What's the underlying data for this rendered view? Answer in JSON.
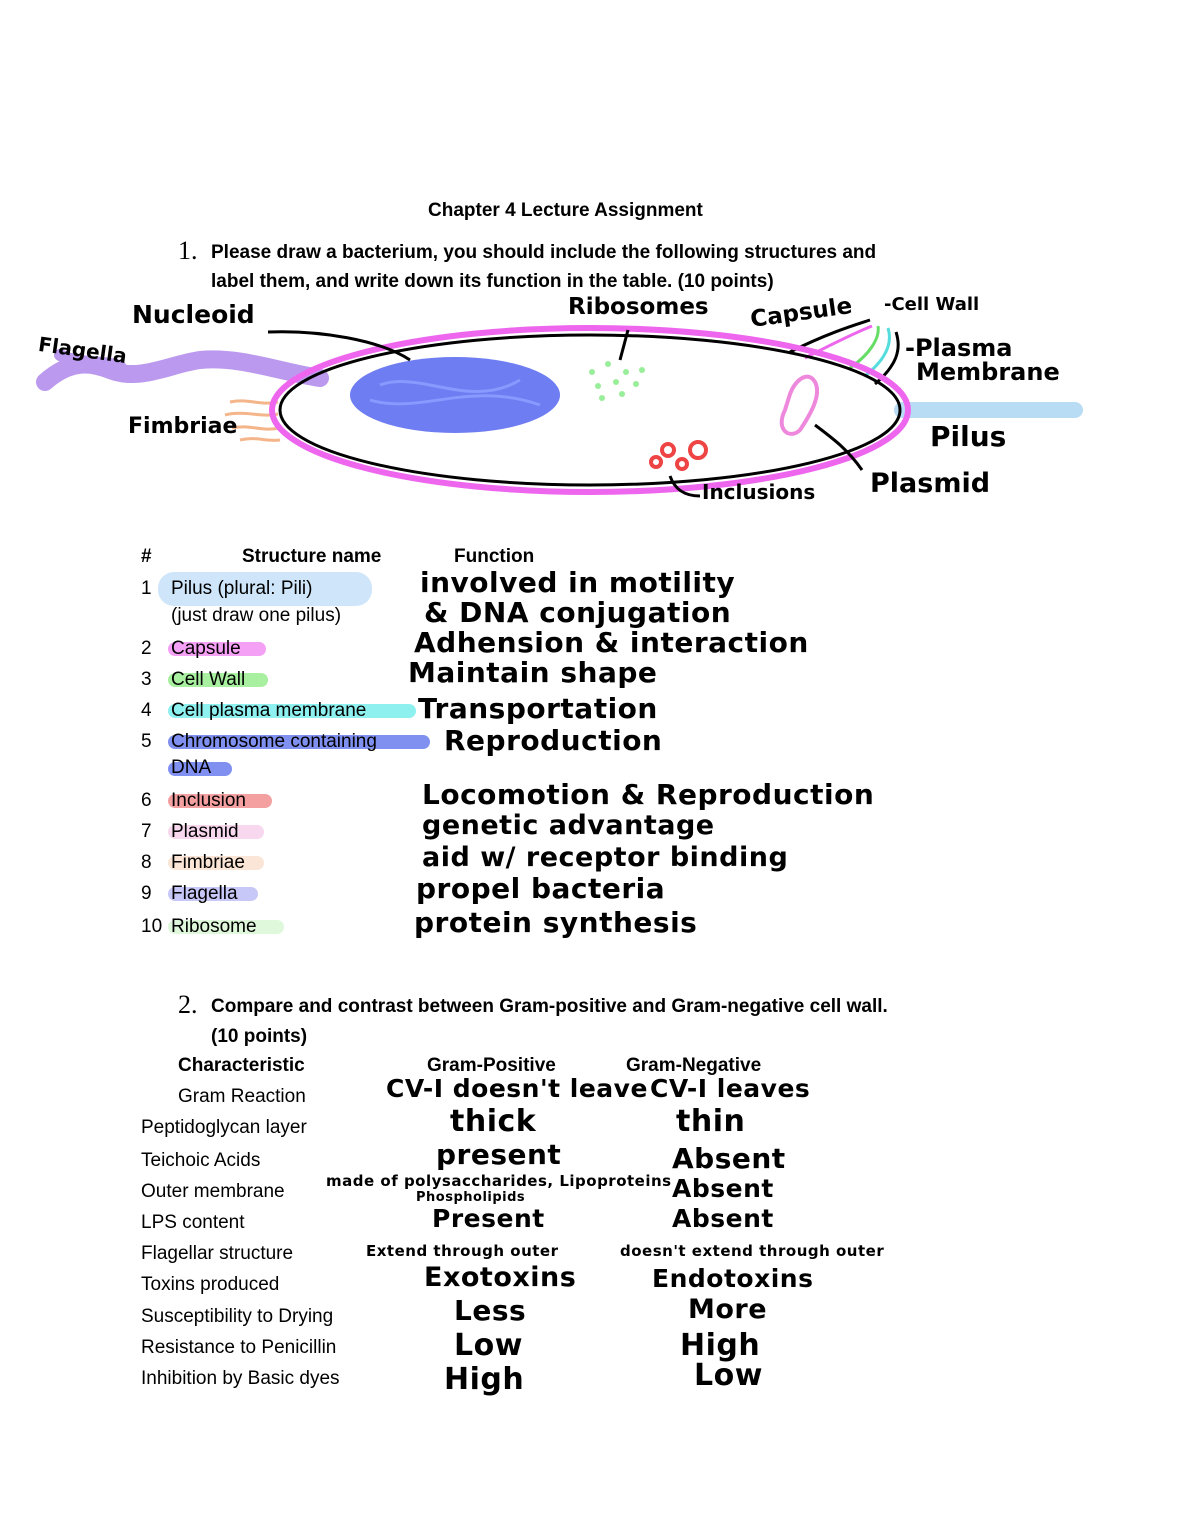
{
  "title": "Chapter 4 Lecture Assignment",
  "q1": {
    "num": "1.",
    "line1": "Please draw a bacterium, you should include the following structures and",
    "line2": "label them, and write down its function in the table. (10 points)"
  },
  "diagram_labels": {
    "nucleoid": "Nucleoid",
    "flagella": "Flagella",
    "fimbriae": "Fimbriae",
    "ribosomes": "Ribosomes",
    "capsule": "Capsule",
    "cell_wall": "-Cell Wall",
    "plasma1": "-Plasma",
    "plasma2": "Membrane",
    "pilus": "Pilus",
    "plasmid": "Plasmid",
    "inclusions": "Inclusions"
  },
  "table1": {
    "headers": [
      "#",
      "Structure name",
      "Function"
    ],
    "rows": [
      {
        "num": "1",
        "name": "Pilus (plural: Pili)",
        "name2": "(just draw one pilus)",
        "func": "involved in motility",
        "func2": "& DNA  conjugation"
      },
      {
        "num": "2",
        "name": "Capsule",
        "func": "Adhension & interaction"
      },
      {
        "num": "3",
        "name": "Cell Wall",
        "func": "Maintain  shape"
      },
      {
        "num": "4",
        "name": "Cell plasma membrane",
        "func": "Transportation"
      },
      {
        "num": "5",
        "name": "Chromosome containing",
        "name2": "DNA",
        "func": "Reproduction"
      },
      {
        "num": "6",
        "name": "Inclusion",
        "func": "Locomotion & Reproduction"
      },
      {
        "num": "7",
        "name": "Plasmid",
        "func": "genetic  advantage"
      },
      {
        "num": "8",
        "name": "Fimbriae",
        "func": "aid w/ receptor binding"
      },
      {
        "num": "9",
        "name": "Flagella",
        "func": "propel bacteria"
      },
      {
        "num": "10",
        "name": "Ribosome",
        "func": "protein  synthesis"
      }
    ]
  },
  "q2": {
    "num": "2.",
    "line1": "Compare and contrast between Gram-positive and Gram-negative cell wall.",
    "line2": "(10 points)"
  },
  "table2": {
    "headers": [
      "Characteristic",
      "Gram-Positive",
      "Gram-Negative"
    ],
    "rows": [
      {
        "name": "Gram Reaction",
        "pos": "CV-I doesn't leave",
        "neg": "CV-I leaves"
      },
      {
        "name": "Peptidoglycan layer",
        "pos": "thick",
        "neg": "thin"
      },
      {
        "name": "Teichoic Acids",
        "pos": "present",
        "neg": "Absent"
      },
      {
        "name": "Outer membrane",
        "pos": "made of polysaccharides, Lipoproteins",
        "pos2": "Phospholipids",
        "neg": "Absent"
      },
      {
        "name": "LPS content",
        "pos": "Present",
        "neg": "Absent"
      },
      {
        "name": "Flagellar structure",
        "pos": "Extend through outer",
        "neg": "doesn't extend through outer"
      },
      {
        "name": "Toxins produced",
        "pos": "Exotoxins",
        "neg": "Endotoxins"
      },
      {
        "name": "Susceptibility to Drying",
        "pos": "Less",
        "neg": "More"
      },
      {
        "name": "Resistance to Penicillin",
        "pos": "Low",
        "neg": "High"
      },
      {
        "name": "Inhibition by Basic dyes",
        "pos": "High",
        "neg": "Low"
      }
    ]
  },
  "colors": {
    "cell_outline": "#ee66ee",
    "nucleoid": "#5566ee",
    "flagella": "#bb99ee",
    "fimbriae": "#f5b58a",
    "ribosomes": "#99ee99",
    "capsule_lines": "#66dd66",
    "membrane_lines": "#55dddd",
    "pilus": "#b9dcf5",
    "plasmid": "#ee88dd",
    "inclusions": "#ee4444"
  }
}
